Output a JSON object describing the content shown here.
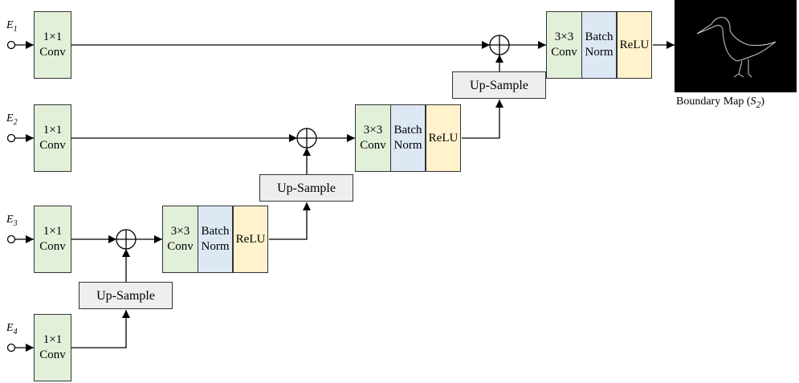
{
  "inputs": [
    {
      "var": "E",
      "sub": "1"
    },
    {
      "var": "E",
      "sub": "2"
    },
    {
      "var": "E",
      "sub": "3"
    },
    {
      "var": "E",
      "sub": "4"
    }
  ],
  "conv1x1": {
    "line1": "1×1",
    "line2": "Conv"
  },
  "block": {
    "conv_line1": "3×3",
    "conv_line2": "Conv",
    "bn_line1": "Batch",
    "bn_line2": "Norm",
    "relu": "ReLU"
  },
  "upsample_label": "Up-Sample",
  "output": {
    "caption_prefix": "Boundary Map (",
    "var": "S",
    "sub": "2",
    "caption_suffix": ")"
  },
  "colors": {
    "conv": "#e2efd9",
    "batchnorm": "#dde8f5",
    "relu": "#fff2cc",
    "upsample": "#eeeeee",
    "output_background": "#000000"
  }
}
